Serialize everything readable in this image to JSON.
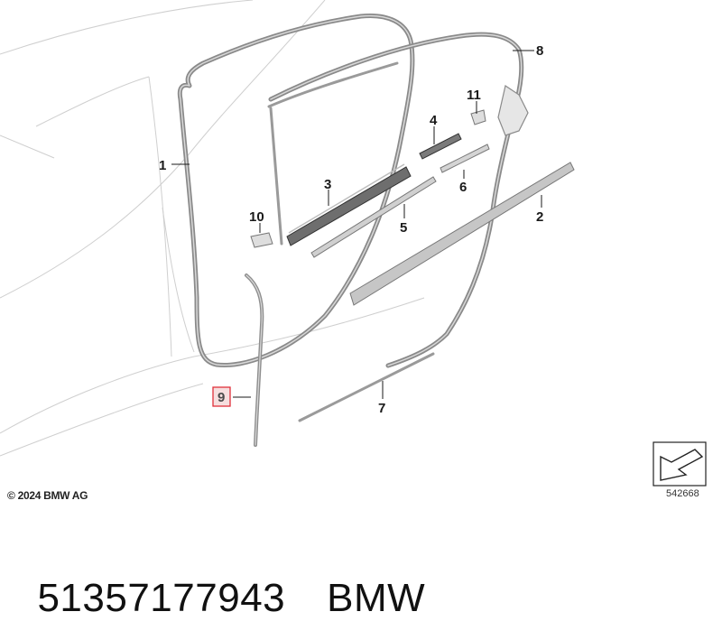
{
  "diagram": {
    "callouts": [
      {
        "id": "1",
        "label": "1"
      },
      {
        "id": "2",
        "label": "2"
      },
      {
        "id": "3",
        "label": "3"
      },
      {
        "id": "4",
        "label": "4"
      },
      {
        "id": "5",
        "label": "5"
      },
      {
        "id": "6",
        "label": "6"
      },
      {
        "id": "7",
        "label": "7"
      },
      {
        "id": "8",
        "label": "8"
      },
      {
        "id": "9",
        "label": "9",
        "highlighted": true
      },
      {
        "id": "10",
        "label": "10"
      },
      {
        "id": "11",
        "label": "11"
      }
    ],
    "highlight_color": "#e0303a",
    "copyright": "© 2024 BMW AG",
    "diagram_number": "542668"
  },
  "footer": {
    "part_number": "51357177943",
    "brand": "BMW"
  }
}
